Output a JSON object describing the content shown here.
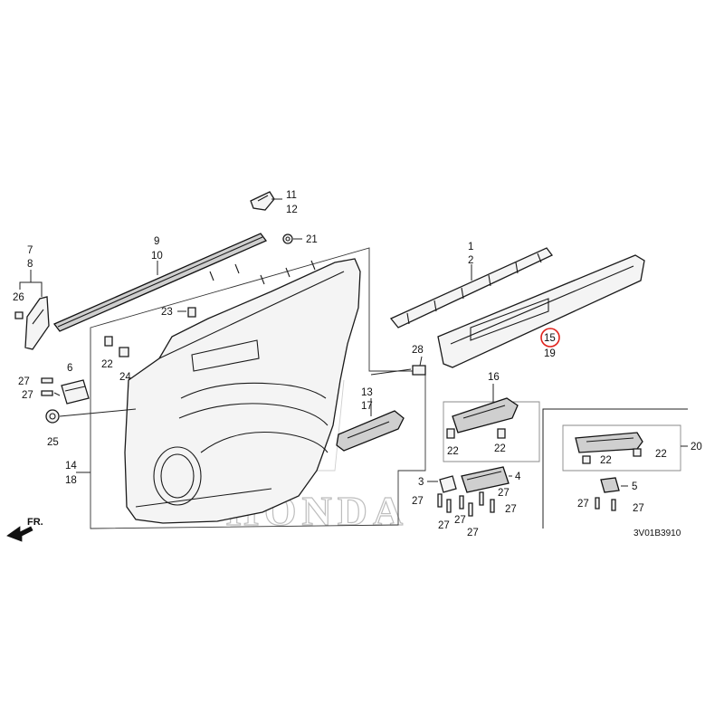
{
  "diagram": {
    "callouts": {
      "p1": "1",
      "p2": "2",
      "p3": "3",
      "p4": "4",
      "p5": "5",
      "p6": "6",
      "p7": "7",
      "p8": "8",
      "p9": "9",
      "p10": "10",
      "p11": "11",
      "p12": "12",
      "p13": "13",
      "p14": "14",
      "p15": "15",
      "p16": "16",
      "p17": "17",
      "p18": "18",
      "p19": "19",
      "p20": "20",
      "p21": "21",
      "p22": "22",
      "p23": "23",
      "p24": "24",
      "p25": "25",
      "p26": "26",
      "p27": "27",
      "p28": "28"
    },
    "direction_label": "FR.",
    "reference_code": "3V01B3910",
    "watermark": "HONDA",
    "highlighted_callout": "15",
    "highlight_color": "#e0211b"
  }
}
